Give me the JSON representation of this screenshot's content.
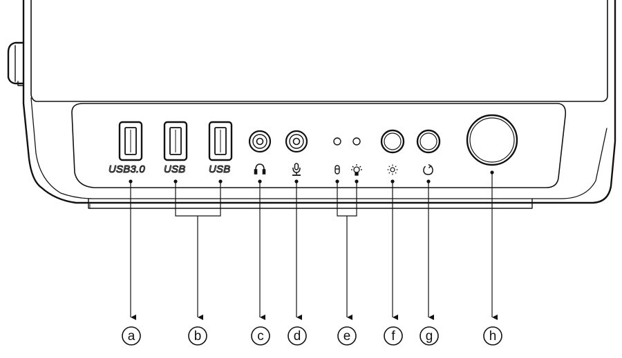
{
  "diagram": {
    "title": "",
    "port_labels": {
      "usb30": "USB3.0",
      "usb_1": "USB",
      "usb_2": "USB"
    },
    "callouts": [
      {
        "id": "a",
        "letter": "a"
      },
      {
        "id": "b",
        "letter": "b"
      },
      {
        "id": "c",
        "letter": "c"
      },
      {
        "id": "d",
        "letter": "d"
      },
      {
        "id": "e",
        "letter": "e"
      },
      {
        "id": "f",
        "letter": "f"
      },
      {
        "id": "g",
        "letter": "g"
      },
      {
        "id": "h",
        "letter": "h"
      }
    ],
    "components": [
      {
        "callout": "a",
        "icon": "usb3-port-icon"
      },
      {
        "callout": "b",
        "icon": "usb-port-icon"
      },
      {
        "callout": "c",
        "icon": "headphone-icon"
      },
      {
        "callout": "d",
        "icon": "microphone-icon"
      },
      {
        "callout": "e",
        "icon": "led-indicator-icon"
      },
      {
        "callout": "f",
        "icon": "brightness-icon"
      },
      {
        "callout": "g",
        "icon": "reset-icon"
      },
      {
        "callout": "h",
        "icon": "power-button-icon"
      }
    ],
    "colors": {
      "line": "#111111",
      "panel": "#ffffff",
      "label_fill": "#ffffff"
    }
  }
}
